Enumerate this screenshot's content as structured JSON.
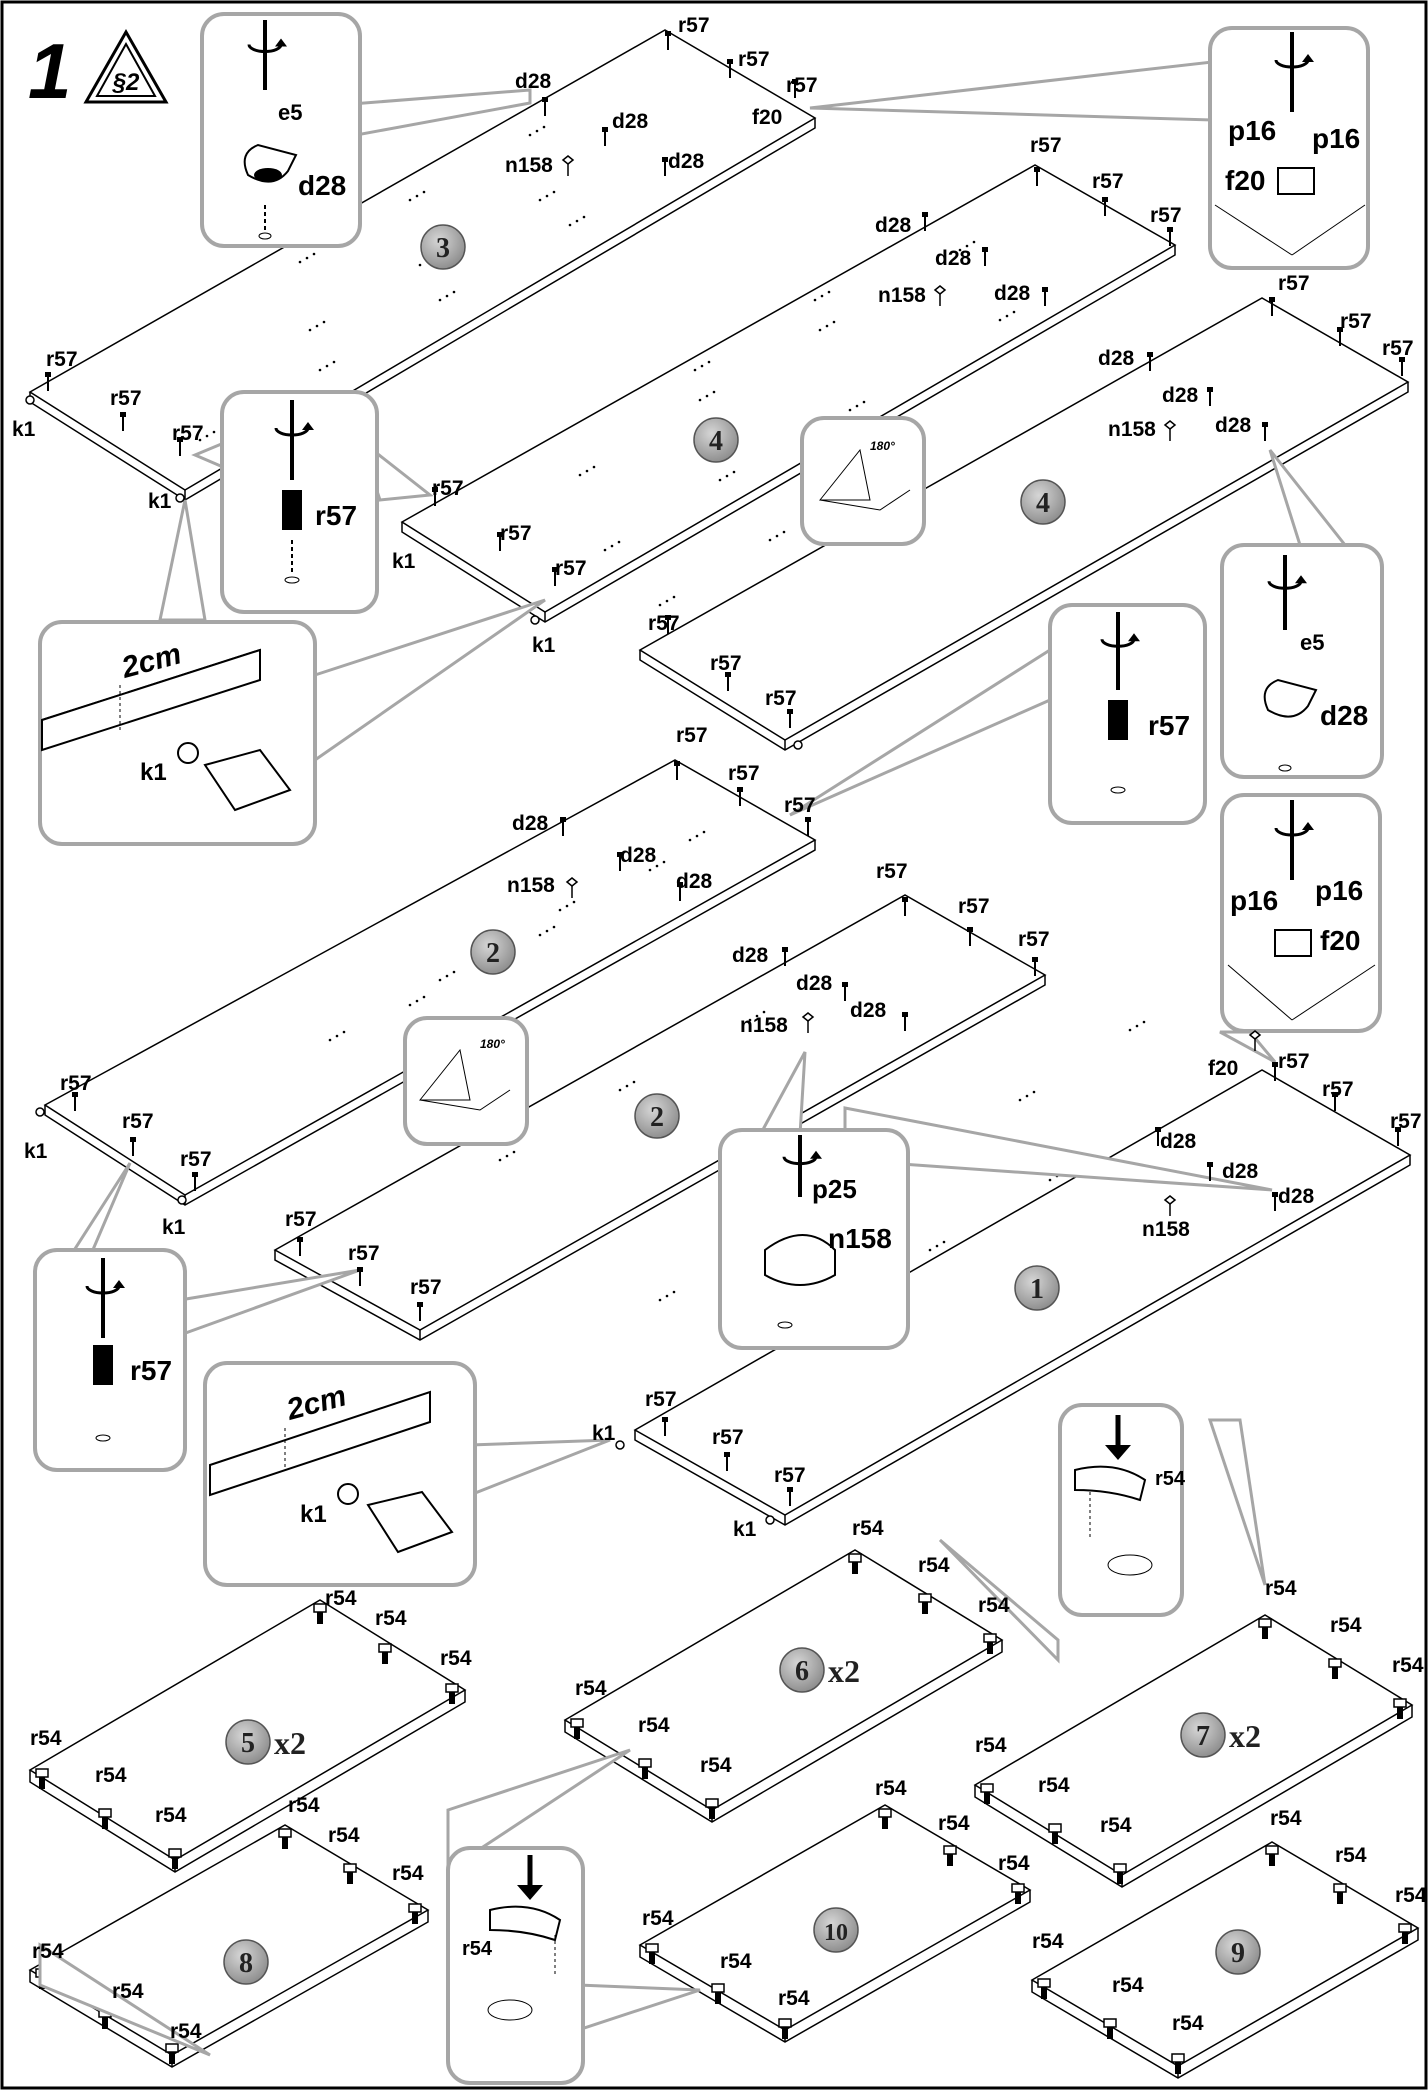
{
  "step": {
    "number": "1",
    "warning": "§2"
  },
  "panels": [
    {
      "num": "3",
      "mult": ""
    },
    {
      "num": "4",
      "mult": ""
    },
    {
      "num": "4",
      "mult": ""
    },
    {
      "num": "2",
      "mult": ""
    },
    {
      "num": "2",
      "mult": ""
    },
    {
      "num": "1",
      "mult": ""
    },
    {
      "num": "5",
      "mult": "x2"
    },
    {
      "num": "6",
      "mult": "x2"
    },
    {
      "num": "7",
      "mult": "x2"
    },
    {
      "num": "8",
      "mult": ""
    },
    {
      "num": "9",
      "mult": ""
    },
    {
      "num": "10",
      "mult": ""
    }
  ],
  "part_codes": [
    "r57",
    "d28",
    "n158",
    "f20",
    "k1",
    "r54",
    "e5",
    "p16",
    "p25"
  ],
  "callouts": {
    "dist_2cm": "2cm",
    "angle_180": "180°"
  },
  "colors": {
    "callout_border": "#a6a6a6",
    "badge": "#9a9a9a",
    "line": "#000000"
  }
}
